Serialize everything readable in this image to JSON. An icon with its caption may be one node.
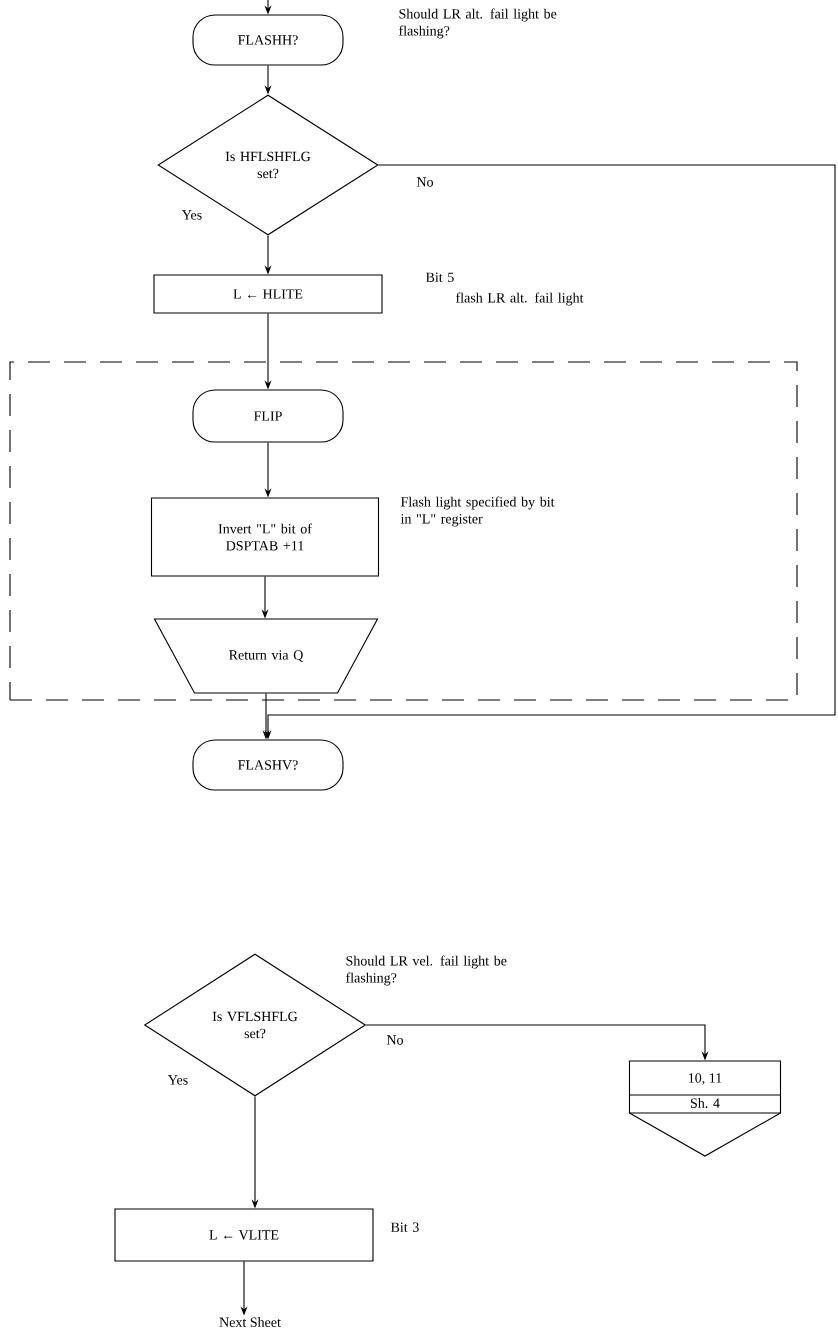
{
  "diagram": {
    "nodes": [
      {
        "text": [
          "FLASHH?"
        ],
        "beside": [
          "Should LR alt. fail light be flashing?"
        ]
      },
      {
        "text": [
          "Is HFLSHFLG set?"
        ]
      },
      {
        "text": [
          "L ← HLITE"
        ],
        "beside": [
          "Bit 5",
          "flash LR alt. fail light"
        ]
      },
      {
        "text": [],
        "shape": "box"
      },
      {
        "text": [
          "FLIP"
        ],
        "in": 3
      },
      {
        "text": [
          "Invert \"L\" bit of DSPTAB +11"
        ],
        "in": 3,
        "beside": [
          "Flash light specified by bit in \"L\" register"
        ]
      },
      {
        "text": [
          "Return via Q"
        ],
        "in": 3
      },
      {
        "text": [
          "FLASHV?"
        ]
      },
      {
        "text": [
          "Is VFLSHFLG set?"
        ],
        "beside": [
          "Should LR vel. fail light be flashing?"
        ]
      },
      {
        "text": [
          "10, 11",
          "Sh. 4"
        ]
      },
      {
        "text": [
          "L ← VLITE"
        ],
        "beside": [
          "Bit 3"
        ]
      },
      {
        "text": [
          "Next Sheet"
        ]
      }
    ],
    "edges": [
      {
        "from": null,
        "to": 0,
        "arrow": "to"
      },
      {
        "from": 0,
        "to": 1,
        "arrow": "to"
      },
      {
        "from": 1,
        "to": 2,
        "arrow": "to",
        "label": "Yes"
      },
      {
        "from": 2,
        "to": 4,
        "arrow": "to"
      },
      {
        "from": 4,
        "to": 5,
        "arrow": "to"
      },
      {
        "from": 5,
        "to": 6,
        "arrow": "to"
      },
      {
        "from": 6,
        "to": 7,
        "arrow": "to"
      },
      {
        "from": 1,
        "to": 7,
        "arrow": "to",
        "label": "No"
      },
      {
        "from": 8,
        "to": 9,
        "arrow": "to",
        "label": "No"
      },
      {
        "from": 8,
        "to": 10,
        "arrow": "to",
        "label": "Yes"
      },
      {
        "from": 10,
        "to": 11,
        "arrow": "to"
      }
    ]
  }
}
